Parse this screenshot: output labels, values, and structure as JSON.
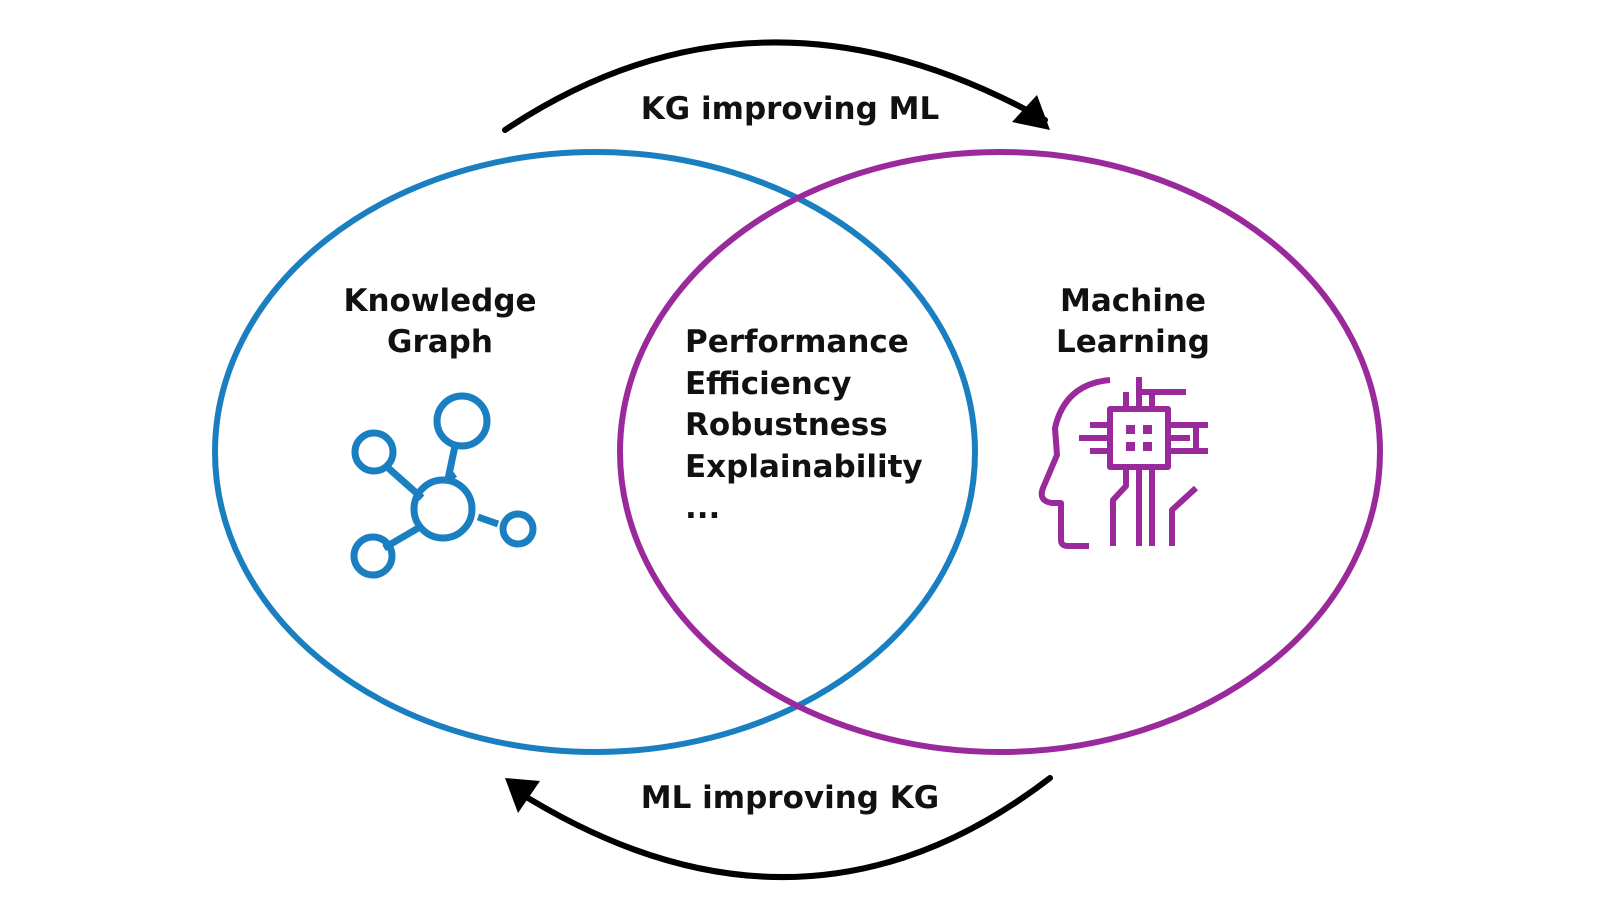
{
  "colors": {
    "knowledge_graph": "#1a7fc1",
    "machine_learning": "#9a2a9c",
    "arrow": "#000000",
    "text": "#111111"
  },
  "arrows": {
    "top_label": "KG improving ML",
    "bottom_label": "ML improving KG"
  },
  "knowledge_graph": {
    "title_line1": "Knowledge",
    "title_line2": "Graph",
    "icon": "network-graph-icon"
  },
  "machine_learning": {
    "title_line1": "Machine",
    "title_line2": "Learning",
    "icon": "ai-head-chip-icon"
  },
  "overlap": {
    "items": [
      "Performance",
      "Efficiency",
      "Robustness",
      "Explainability",
      "..."
    ]
  }
}
